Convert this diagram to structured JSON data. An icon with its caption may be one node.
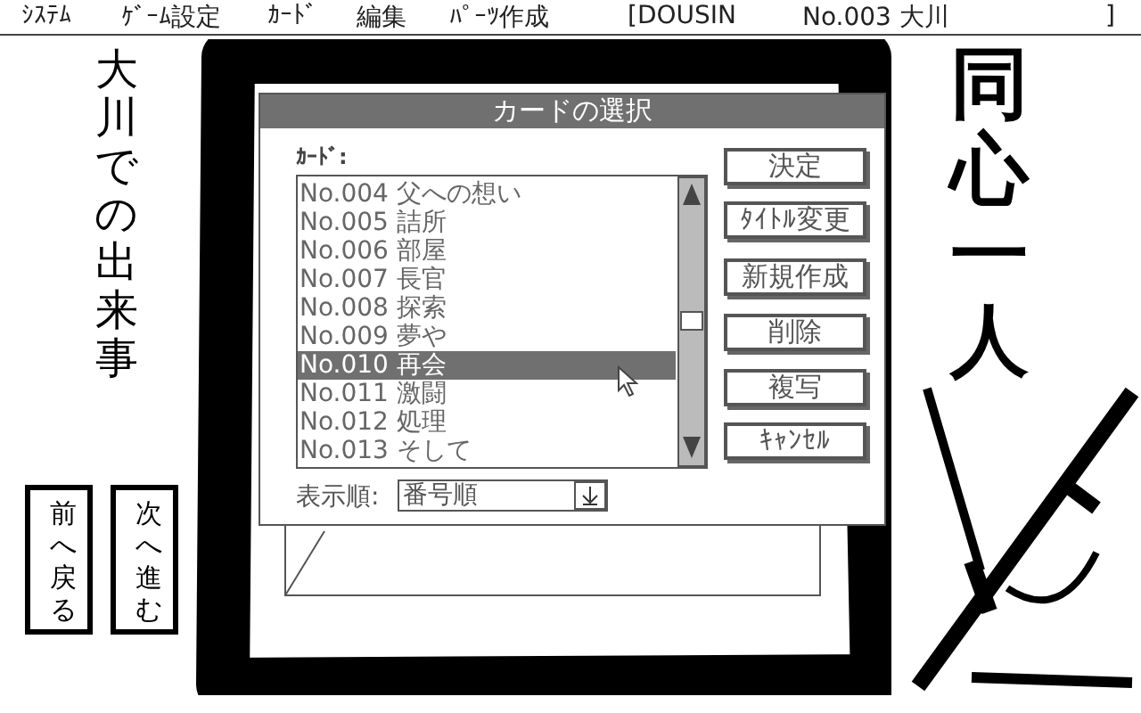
{
  "diagram": {
    "nodes": [
      {
        "text": [
          "カードの選択"
        ]
      },
      {
        "text": [
          "決定"
        ],
        "in": 0
      },
      {
        "text": [
          "ﾀｲﾄﾙ変更"
        ],
        "in": 0
      },
      {
        "text": [
          "新規作成"
        ],
        "in": 0
      },
      {
        "text": [
          "削除"
        ],
        "in": 0
      },
      {
        "text": [
          "複写"
        ],
        "in": 0
      },
      {
        "text": [
          "ｷｬﾝｾﾙ"
        ],
        "in": 0
      },
      {
        "text": [
          "前へ戻る"
        ]
      },
      {
        "text": [
          "次へ進む"
        ]
      }
    ],
    "edges": [],
    "labels": [
      "ｼｽﾃﾑ",
      "ｹﾞｰﾑ設定",
      "ｶｰﾄﾞ",
      "編集",
      "ﾊﾟｰﾂ作成",
      "[DOUSIN",
      "No.003 大川",
      "]",
      "大川での出来事",
      "同心一人",
      "ｶｰﾄﾞ:",
      "No.004 父への想い",
      "No.005 詰所",
      "No.006 部屋",
      "No.007 長官",
      "No.008 探索",
      "No.009 夢や",
      "No.010 再会",
      "No.011 激闘",
      "No.012 処理",
      "No.013 そして",
      "表示順:",
      "番号順"
    ]
  }
}
